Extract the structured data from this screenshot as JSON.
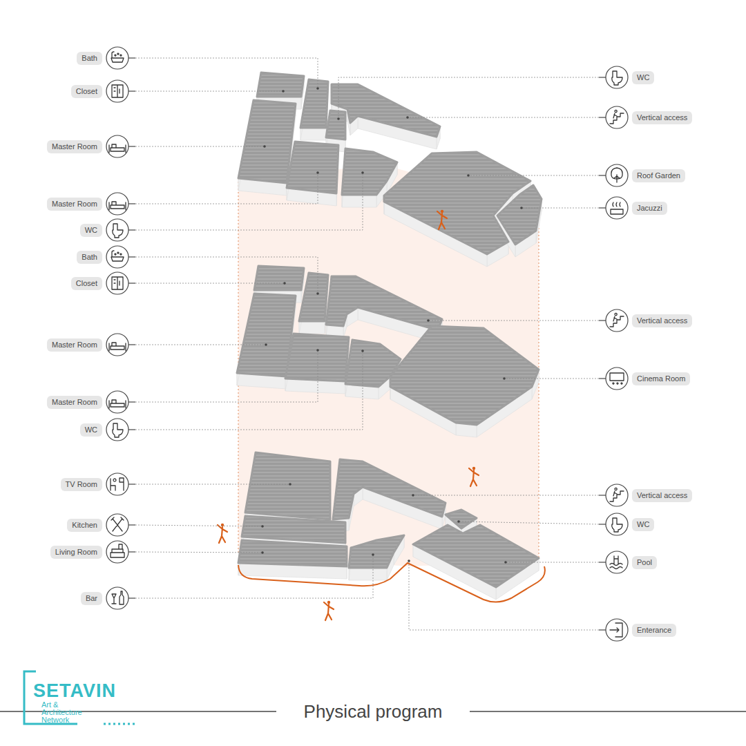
{
  "diagram": {
    "title": "Physical program",
    "nodes": [
      {
        "text": [
          "Bath"
        ]
      },
      {
        "text": [
          "Closet"
        ]
      },
      {
        "text": [
          "Master Room"
        ]
      },
      {
        "text": [
          "Master Room"
        ]
      },
      {
        "text": [
          "WC"
        ]
      },
      {
        "text": [
          "Bath"
        ]
      },
      {
        "text": [
          "Closet"
        ]
      },
      {
        "text": [
          "Master Room"
        ]
      },
      {
        "text": [
          "Master Room"
        ]
      },
      {
        "text": [
          "WC"
        ]
      },
      {
        "text": [
          "TV Room"
        ]
      },
      {
        "text": [
          "Kitchen"
        ]
      },
      {
        "text": [
          "Living Room"
        ]
      },
      {
        "text": [
          "Bar"
        ]
      },
      {
        "text": [
          "WC"
        ]
      },
      {
        "text": [
          "Vertical access"
        ]
      },
      {
        "text": [
          "Roof Garden"
        ]
      },
      {
        "text": [
          "Jacuzzi"
        ]
      },
      {
        "text": [
          "Vertical access"
        ]
      },
      {
        "text": [
          "Cinema Room"
        ]
      },
      {
        "text": [
          "Vertical access"
        ]
      },
      {
        "text": [
          "WC"
        ]
      },
      {
        "text": [
          "Pool"
        ]
      },
      {
        "text": [
          "Enterance"
        ]
      }
    ],
    "labels": [
      "SETAVIN",
      "Art & Architecture Network"
    ]
  }
}
